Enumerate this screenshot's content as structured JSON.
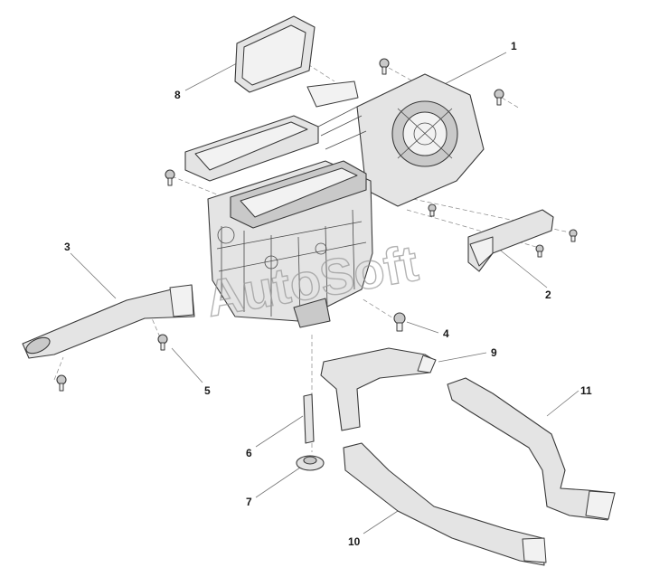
{
  "watermark": "AutoSoft",
  "callouts": [
    {
      "id": "callout-1",
      "label": "1"
    },
    {
      "id": "callout-2",
      "label": "2"
    },
    {
      "id": "callout-3",
      "label": "3"
    },
    {
      "id": "callout-4",
      "label": "4"
    },
    {
      "id": "callout-5",
      "label": "5"
    },
    {
      "id": "callout-6",
      "label": "6"
    },
    {
      "id": "callout-7",
      "label": "7"
    },
    {
      "id": "callout-8",
      "label": "8"
    },
    {
      "id": "callout-9",
      "label": "9"
    },
    {
      "id": "callout-10",
      "label": "10"
    },
    {
      "id": "callout-11",
      "label": "11"
    }
  ]
}
